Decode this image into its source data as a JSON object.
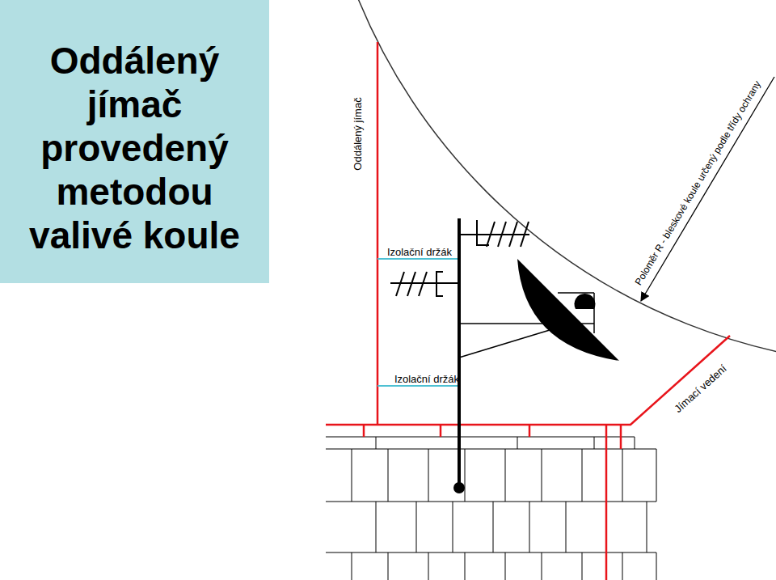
{
  "diagram": {
    "title": "Oddálený jímač provedený metodou valivé koule",
    "labels": [
      "Oddálený jímač",
      "Izolační držák",
      "Izolační držák",
      "Poloměr R - bleskové koule určený podle třídy ochrany",
      "Jímací vedení"
    ]
  }
}
